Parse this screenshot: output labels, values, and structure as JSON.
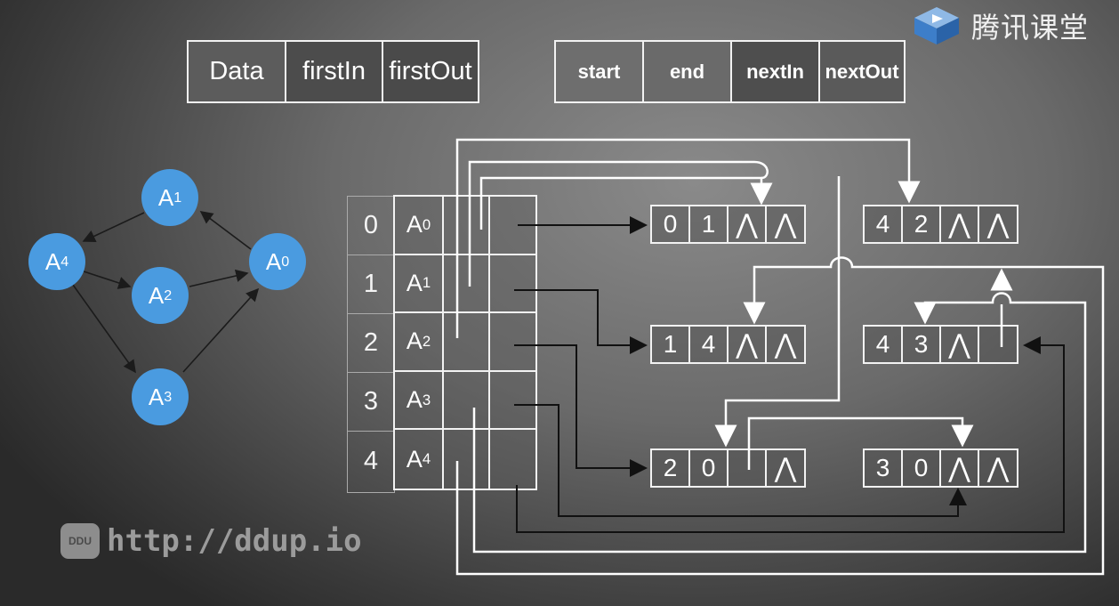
{
  "logo": {
    "text": "腾讯课堂",
    "icon": "tencent-classroom-play-icon"
  },
  "watermark": {
    "badge": "DDU",
    "url": "http://ddup.io"
  },
  "vertex_header": [
    "Data",
    "firstIn",
    "firstOut"
  ],
  "edge_header": [
    "start",
    "end",
    "nextIn",
    "nextOut"
  ],
  "indices": [
    "0",
    "1",
    "2",
    "3",
    "4"
  ],
  "vertices": [
    {
      "base": "A",
      "sub": "0"
    },
    {
      "base": "A",
      "sub": "1"
    },
    {
      "base": "A",
      "sub": "2"
    },
    {
      "base": "A",
      "sub": "3"
    },
    {
      "base": "A",
      "sub": "4"
    }
  ],
  "edges": [
    {
      "start": "0",
      "end": "1",
      "nextIn": "⋀",
      "nextOut": "⋀"
    },
    {
      "start": "4",
      "end": "2",
      "nextIn": "⋀",
      "nextOut": "⋀"
    },
    {
      "start": "1",
      "end": "4",
      "nextIn": "⋀",
      "nextOut": "⋀"
    },
    {
      "start": "4",
      "end": "3",
      "nextIn": "⋀",
      "nextOut": ""
    },
    {
      "start": "2",
      "end": "0",
      "nextIn": "",
      "nextOut": "⋀"
    },
    {
      "start": "3",
      "end": "0",
      "nextIn": "⋀",
      "nextOut": "⋀"
    }
  ],
  "graph": {
    "nodes": [
      {
        "id": "A1",
        "base": "A",
        "sub": "1"
      },
      {
        "id": "A4",
        "base": "A",
        "sub": "4"
      },
      {
        "id": "A2",
        "base": "A",
        "sub": "2"
      },
      {
        "id": "A0",
        "base": "A",
        "sub": "0"
      },
      {
        "id": "A3",
        "base": "A",
        "sub": "3"
      }
    ],
    "directed_edges": [
      [
        "A0",
        "A1"
      ],
      [
        "A1",
        "A4"
      ],
      [
        "A4",
        "A2"
      ],
      [
        "A2",
        "A0"
      ],
      [
        "A4",
        "A3"
      ],
      [
        "A3",
        "A0"
      ]
    ]
  },
  "colors": {
    "node_fill": "#4a9be0",
    "line": "#ffffff"
  }
}
